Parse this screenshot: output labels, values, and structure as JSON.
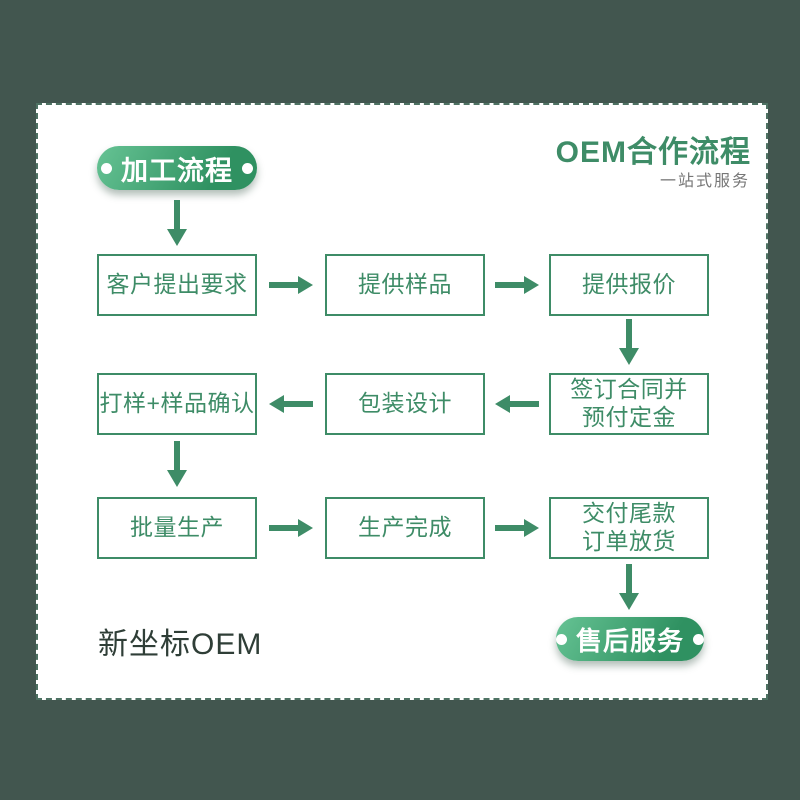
{
  "header": {
    "title": "OEM合作流程",
    "subtitle": "一站式服务"
  },
  "badges": {
    "start_label": "加工流程",
    "end_label": "售后服务"
  },
  "flow": {
    "rows": [
      {
        "direction": "right",
        "boxes": [
          {
            "label": "客户提出要求"
          },
          {
            "label": "提供样品"
          },
          {
            "label": "提供报价"
          }
        ]
      },
      {
        "direction": "left",
        "boxes": [
          {
            "label": "打样+样品确认"
          },
          {
            "label": "包装设计"
          },
          {
            "label": "签订合同并\n预付定金"
          }
        ]
      },
      {
        "direction": "right",
        "boxes": [
          {
            "label": "批量生产"
          },
          {
            "label": "生产完成"
          },
          {
            "label": "交付尾款\n订单放货"
          }
        ]
      }
    ]
  },
  "footer": {
    "brand": "新坐标OEM"
  },
  "colors": {
    "page_background": "#42564f",
    "card_background": "#ffffff",
    "card_border": "#4e7263",
    "accent_green": "#3e8c67",
    "pill_gradient_start": "#66c394",
    "pill_gradient_end": "#2f9161",
    "subtitle_gray": "#777777",
    "footer_text": "#2f3e37"
  }
}
